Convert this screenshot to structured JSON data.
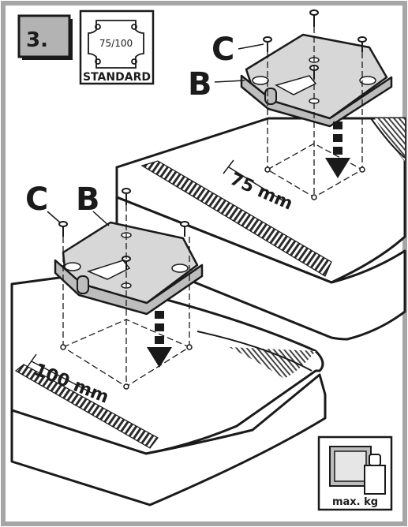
{
  "step": {
    "number": "3."
  },
  "standard_badge": {
    "size_text": "75/100",
    "label": "STANDARD"
  },
  "labels": {
    "c_upper": "C",
    "b_upper": "B",
    "c_lower": "C",
    "b_lower": "B"
  },
  "dimensions": {
    "small": "75 mm",
    "large": "100 mm"
  },
  "weight_badge": {
    "label": "max. kg"
  },
  "colors": {
    "frame_border": "#a6a6a6",
    "step_box_fill": "#b3b3b3",
    "diagram_line": "#1a1a1a",
    "device_fill": "#ffffff",
    "plate_shade": "#d7d7d7",
    "arrow": "#1a1a1a"
  }
}
